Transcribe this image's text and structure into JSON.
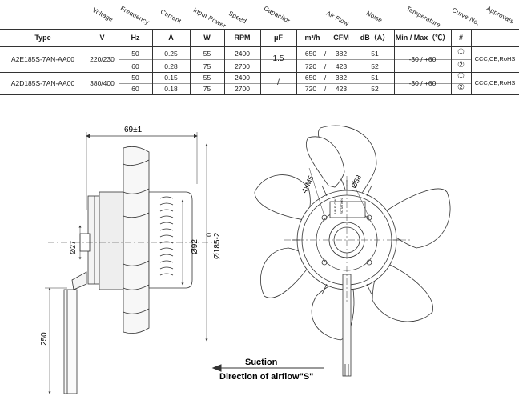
{
  "spec_table": {
    "rotated_headers": [
      "Voltage",
      "Frequency",
      "Current",
      "Input Power",
      "Speed",
      "Capacitor",
      "Air Flow",
      "Noise",
      "Temperature",
      "Curve No.",
      "Approvals"
    ],
    "unit_headers": [
      "Type",
      "V",
      "Hz",
      "A",
      "W",
      "RPM",
      "μF",
      "m³/h",
      "CFM",
      "dB（A）",
      "Min / Max（℃）",
      "#"
    ],
    "rows": [
      {
        "type": "A2E185S-7AN-AA00",
        "voltage": "220/230",
        "capacitor": "1.5",
        "temperature": "-30 / +60",
        "approvals": "CCC,CE,RoHS",
        "sub": [
          {
            "hz": "50",
            "a": "0.25",
            "w": "55",
            "rpm": "2400",
            "m3h": "650",
            "sep": "/",
            "cfm": "382",
            "db": "51",
            "curve": "①"
          },
          {
            "hz": "60",
            "a": "0.28",
            "w": "75",
            "rpm": "2700",
            "m3h": "720",
            "sep": "/",
            "cfm": "423",
            "db": "52",
            "curve": "②"
          }
        ]
      },
      {
        "type": "A2D185S-7AN-AA00",
        "voltage": "380/400",
        "capacitor": "/",
        "temperature": "-30 / +60",
        "approvals": "CCC,CE,RoHS",
        "sub": [
          {
            "hz": "50",
            "a": "0.15",
            "w": "55",
            "rpm": "2400",
            "m3h": "650",
            "sep": "/",
            "cfm": "382",
            "db": "51",
            "curve": "①"
          },
          {
            "hz": "60",
            "a": "0.18",
            "w": "75",
            "rpm": "2700",
            "m3h": "720",
            "sep": "/",
            "cfm": "423",
            "db": "52",
            "curve": "②"
          }
        ]
      }
    ]
  },
  "drawing": {
    "dim_width": "69±1",
    "dim_shaft": "Ø27",
    "dim_hub": "Ø92",
    "dim_outer_zero": "0",
    "dim_outer": "Ø185-2",
    "dim_cable": "250",
    "dim_holes": "4×M5",
    "dim_bolt_circle": "Ø58",
    "suction_label": "Suction",
    "airflow_label": "Direction of airflow\"S\"",
    "label_plate_line1": "AIR FLOW",
    "label_plate_line2": "ROTATION"
  }
}
